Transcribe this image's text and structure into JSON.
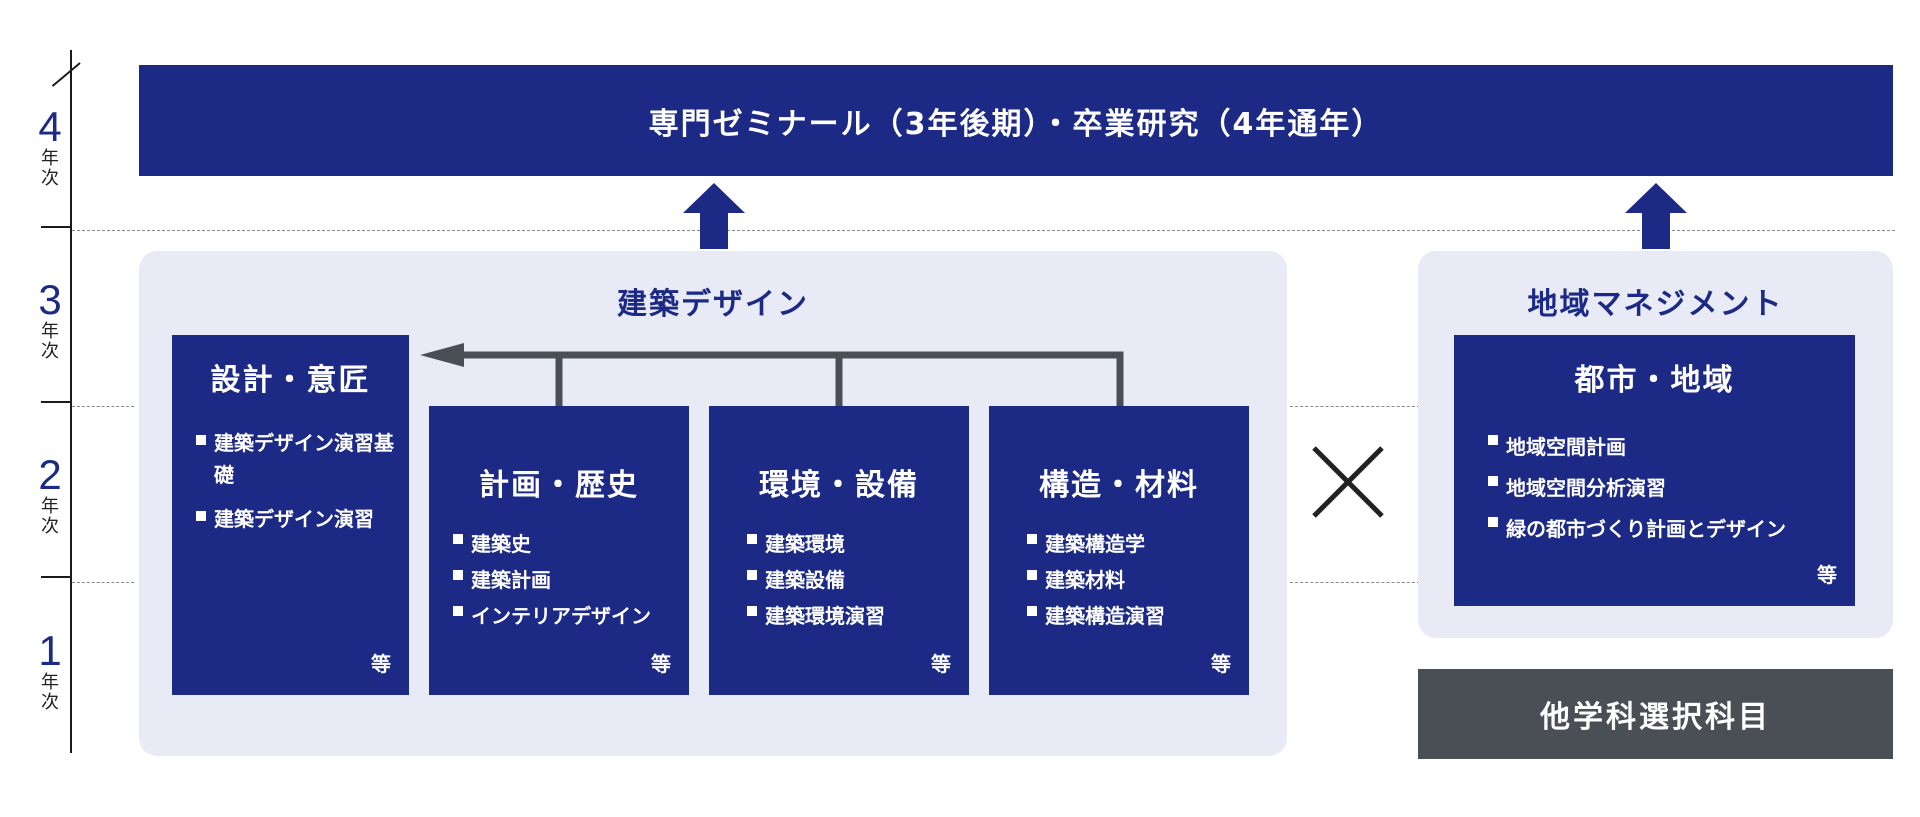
{
  "years": [
    {
      "num": "4",
      "nen": "年",
      "ji": "次"
    },
    {
      "num": "3",
      "nen": "年",
      "ji": "次"
    },
    {
      "num": "2",
      "nen": "年",
      "ji": "次"
    },
    {
      "num": "1",
      "nen": "年",
      "ji": "次"
    }
  ],
  "top_band": "専門ゼミナール（3年後期）・卒業研究（4年通年）",
  "architecture": {
    "title": "建築デザイン",
    "boxes": [
      {
        "title": "設計・意匠",
        "items": [
          "建築デザイン演習基礎",
          "建築デザイン演習"
        ],
        "etc": "等"
      },
      {
        "title": "計画・歴史",
        "items": [
          "建築史",
          "建築計画",
          "インテリアデザイン"
        ],
        "etc": "等"
      },
      {
        "title": "環境・設備",
        "items": [
          "建築環境",
          "建築設備",
          "建築環境演習"
        ],
        "etc": "等"
      },
      {
        "title": "構造・材料",
        "items": [
          "建築構造学",
          "建築材料",
          "建築構造演習"
        ],
        "etc": "等"
      }
    ]
  },
  "regional": {
    "title": "地域マネジメント",
    "box": {
      "title": "都市・地域",
      "items": [
        "地域空間計画",
        "地域空間分析演習",
        "緑の都市づくり計画とデザイン"
      ],
      "etc": "等"
    }
  },
  "cross_symbol": "×",
  "other_subjects": "他学科選択科目",
  "colors": {
    "navy": "#1c2a86",
    "panel": "#e8ebf6",
    "gray": "#4a4f55",
    "arrow": "#4a4f55"
  }
}
